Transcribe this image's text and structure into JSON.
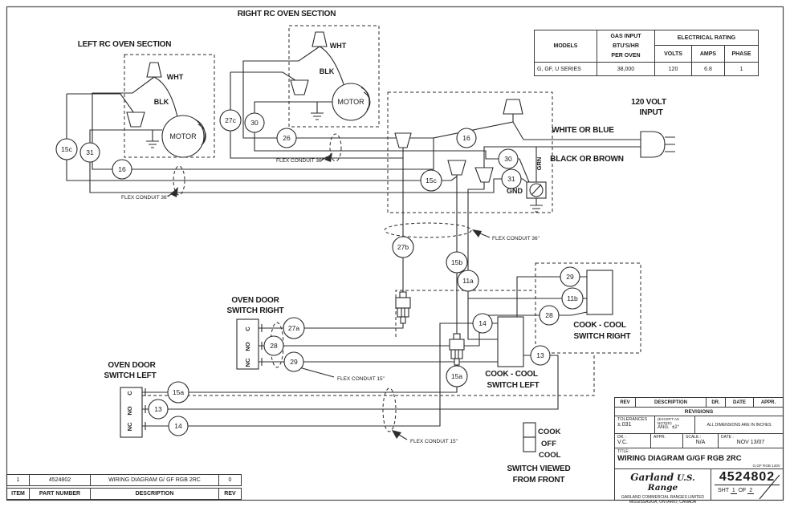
{
  "colors": {
    "line": "#2b2b2b",
    "text": "#1a1a1a",
    "background": "#ffffff"
  },
  "diagram": {
    "left_oven_title": "LEFT RC OVEN SECTION",
    "right_oven_title": "RIGHT RC OVEN SECTION",
    "wht": "WHT",
    "blk": "BLK",
    "motor": "MOTOR",
    "power_line1": "120 VOLT",
    "power_line2": "INPUT",
    "white_or_blue": "WHITE OR BLUE",
    "black_or_brown": "BLACK OR BROWN",
    "grn": "GRN",
    "gnd": "GND",
    "oven_door": "OVEN DOOR",
    "switch_right": "SWITCH RIGHT",
    "switch_left": "SWITCH LEFT",
    "cook_cool": "COOK - COOL",
    "cook": "COOK",
    "off": "OFF",
    "cool": "COOL",
    "front_caption1": "SWITCH VIEWED",
    "front_caption2": "FROM FRONT",
    "term_c": "C",
    "term_no": "NO",
    "term_nc": "NC",
    "flex36": "FLEX CONDUIT 36\"",
    "flex15": "FLEX CONDUIT 15\""
  },
  "refs": {
    "left_15c": "15c",
    "left_31": "31",
    "left_16": "16",
    "right_27c": "27c",
    "right_30": "30",
    "right_26": "26",
    "jct_16": "16",
    "jct_15c": "15c",
    "jct_30": "30",
    "jct_31": "31",
    "mid_27b": "27b",
    "mid_15b": "15b",
    "mid_11a": "11a",
    "mid_15a": "15a",
    "dr_27a": "27a",
    "dr_28": "28",
    "dr_29": "29",
    "dl_15a": "15a",
    "dl_13": "13",
    "dl_14": "14",
    "ccr_29": "29",
    "ccr_11b": "11b",
    "ccr_28": "28",
    "ccl_14": "14",
    "ccl_13": "13"
  },
  "spec_table": {
    "models": "MODELS",
    "gas1": "GAS INPUT",
    "gas2": "BTU'S/HR",
    "gas3": "PER OVEN",
    "electrical": "ELECTRICAL RATING",
    "volts": "VOLTS",
    "amps": "AMPS",
    "phase": "PHASE",
    "row_models": "G, GF, U SERIES",
    "row_gas": "38,000",
    "row_volts": "120",
    "row_amps": "6.8",
    "row_phase": "1"
  },
  "item_table": {
    "row": [
      "1",
      "4524802",
      "WIRING DIAGRAM G/ GF RGB 2RC",
      "0"
    ],
    "headers": [
      "ITEM",
      "PART NUMBER",
      "DESCRIPTION",
      "REV"
    ]
  },
  "title_block": {
    "rev": "REV",
    "description": "DESCRIPTION",
    "dr": "DR.",
    "date": "DATE",
    "appr": "APPR.",
    "revisions": "REVISIONS",
    "tolerances": "TOLERANCES",
    "tol_value": "±.031",
    "except": "(EXCEPT AS NOTED)",
    "ang": "ANG.",
    "ang_value": "±2°",
    "dims": "ALL DIMENSIONS ARE IN INCHES",
    "dr_label": "DR. :",
    "dr_value": "V.C.",
    "appr_label": "APPR.",
    "scale_label": "SCALE :",
    "scale_value": "N/A",
    "date_label": "DATE :",
    "date_value": "NOV 13/07",
    "title_label": "TITLE:",
    "title": "WIRING DIAGRAM G/GF RGB 2RC",
    "title_note": "G,GF RGB 120V",
    "brand1": "Garland",
    "brand2": "U.S. Range",
    "company1": "GARLAND COMMERCIAL RANGES LIMITED",
    "company2": "MISSISSAUGA, ONTARIO, CANADA",
    "part_number": "4524802",
    "sht": "SHT",
    "sheet_num": "1",
    "of": "OF",
    "sheet_total": "2"
  }
}
